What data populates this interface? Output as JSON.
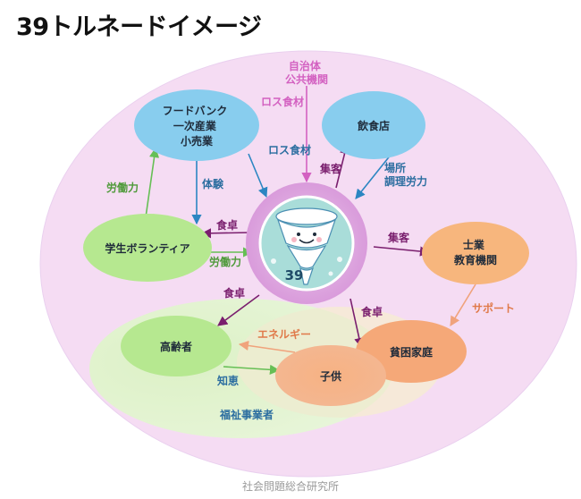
{
  "title": "39トルネードイメージ",
  "footer": "社会問題総合研究所",
  "center_logo_text": "39",
  "nodes": {
    "food_bank": {
      "lines": [
        "フードバンク",
        "一次産業",
        "小売業"
      ]
    },
    "restaurant": {
      "lines": [
        "飲食店"
      ]
    },
    "public": {
      "lines": [
        "自治体",
        "公共機関"
      ]
    },
    "students": {
      "lines": [
        "学生ボランティア"
      ]
    },
    "professionals": {
      "lines": [
        "士業",
        "教育機関"
      ]
    },
    "elderly": {
      "lines": [
        "高齢者"
      ]
    },
    "children": {
      "lines": [
        "子供"
      ]
    },
    "poor_families": {
      "lines": [
        "貧困家庭"
      ]
    },
    "welfare": {
      "lines": [
        "福祉事業者"
      ]
    }
  },
  "edges": {
    "public_loss": "ロス食材",
    "foodbank_loss": "ロス食材",
    "foodbank_experience": "体験",
    "students_labor_up": "労働力",
    "center_to_students_food": "食卓",
    "students_to_center_labor": "労働力",
    "center_to_restaurant_customers": "集客",
    "restaurant_place_labor": [
      "場所",
      "調理労力"
    ],
    "center_to_prof_customers": "集客",
    "prof_support": "サポート",
    "center_to_elderly_food": "食卓",
    "center_to_poor_food": "食卓",
    "children_energy": "エネルギー",
    "elderly_wisdom": "知恵"
  },
  "colors": {
    "outer": "#f5dcf3",
    "food_bank": "#88cdee",
    "students": "#b6e890",
    "professionals": "#f7b67d",
    "welfare_zone": "#e6f5d2",
    "purple_arrow": "#7a1f6e",
    "blue_arrow": "#2c86c2",
    "green_arrow": "#66bf55",
    "pink_arrow": "#d361c1",
    "orange_arrow": "#f0a37c"
  }
}
